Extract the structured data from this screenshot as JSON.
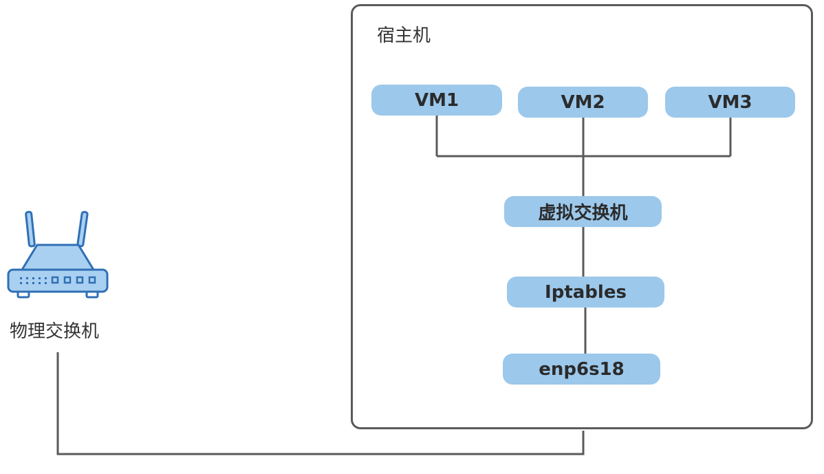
{
  "host": {
    "title": "宿主机"
  },
  "vms": [
    {
      "label": "VM1"
    },
    {
      "label": "VM2"
    },
    {
      "label": "VM3"
    }
  ],
  "stack": {
    "vswitch": "虚拟交换机",
    "iptables": "Iptables",
    "nic": "enp6s18"
  },
  "physical_switch": {
    "label": "物理交换机",
    "icon": "router-icon"
  },
  "colors": {
    "node_fill": "#9cc8eb",
    "line": "#5a5a5a",
    "router_blue": "#2f6fb5",
    "router_light": "#a9d0f1"
  }
}
